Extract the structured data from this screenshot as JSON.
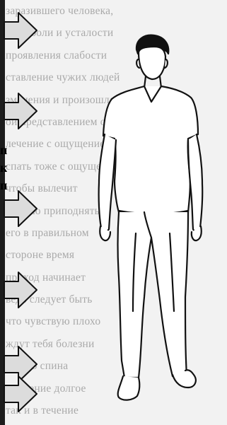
{
  "background_lines": [
    "заразившего человека,",
    "ание боли и усталости",
    "проявления слабости",
    "ставление чужих людей",
    "зменения и произошло",
    "ой представлением о",
    "лечение с ощущением",
    "спать тоже с ощущения",
    "чтобы вылечит",
    "тьдолю приподнять",
    "его в правильном",
    "стороне время",
    "приход начинает",
    "ведь следует быть",
    "что чувствую плохо",
    "ждут тебя болезни",
    "только спина",
    "в течение долгое",
    "так и в течение"
  ],
  "spine_letters": [
    "п",
    "к",
    "п"
  ],
  "figure": {
    "description_icon": "standing-man-illustration"
  },
  "arrows": {
    "count": 6,
    "icon": "arrow-right-icon"
  },
  "colors": {
    "paper": "#f2f2f2",
    "ink": "#111111",
    "faded_text": "#6e6e6e",
    "arrow_fill": "#dcdcdc"
  }
}
